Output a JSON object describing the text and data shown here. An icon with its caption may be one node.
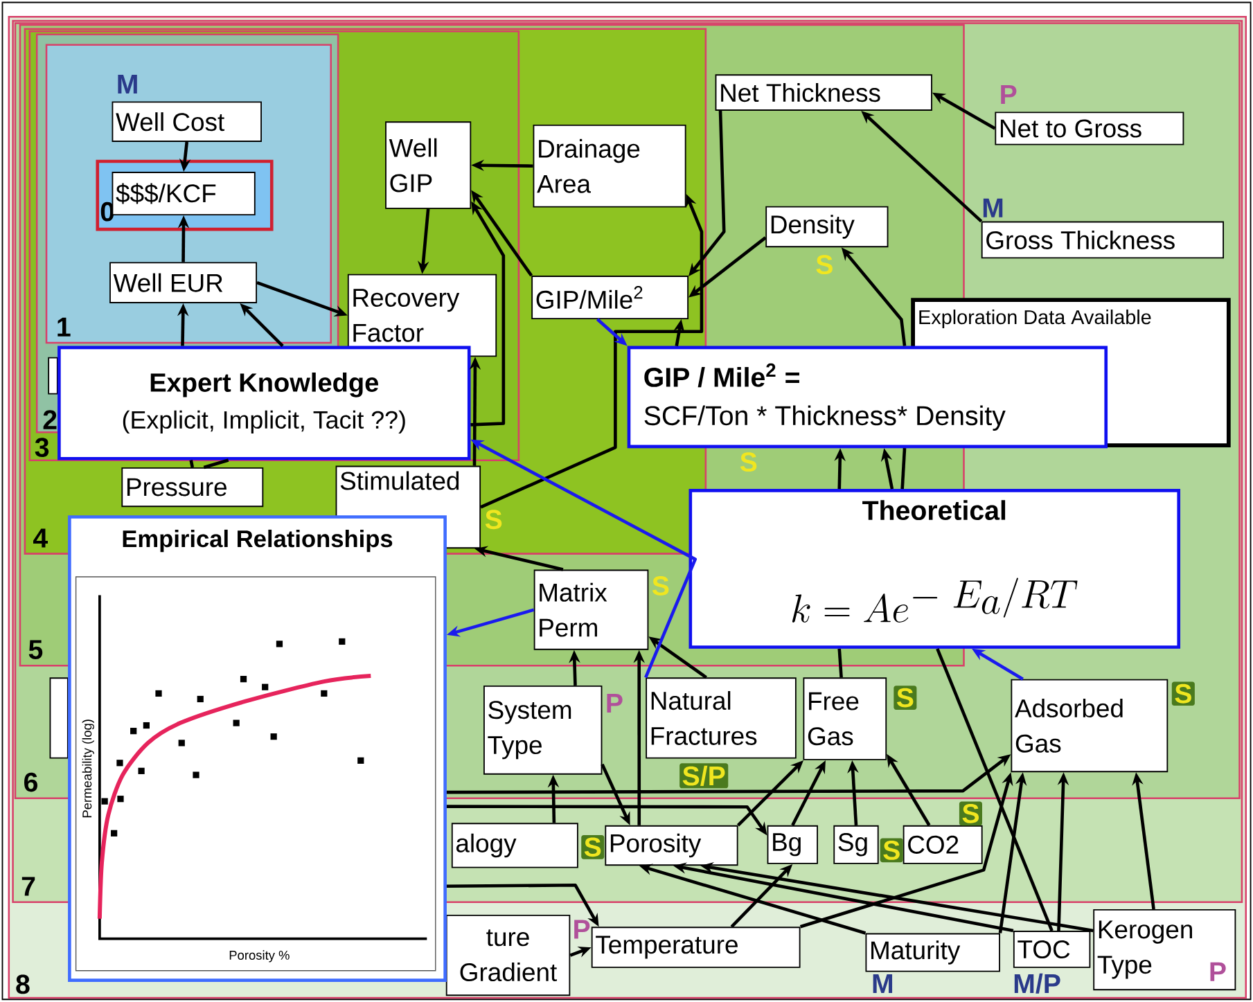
{
  "diagram": {
    "nodes": [
      {
        "text": [
          "8"
        ]
      },
      {
        "text": [
          "7"
        ],
        "in": 0
      },
      {
        "text": [
          "6"
        ],
        "in": 1
      },
      {
        "text": [
          "5"
        ],
        "in": 2
      },
      {
        "text": [
          "4"
        ],
        "in": 3
      },
      {
        "text": [
          "3"
        ],
        "in": 4
      },
      {
        "text": [
          "2"
        ],
        "in": 5
      },
      {
        "text": [
          "1"
        ],
        "in": 6
      },
      {
        "text": [
          "0"
        ],
        "in": 7
      },
      {
        "text": [
          "Well Cost"
        ],
        "in": 7
      },
      {
        "text": [
          "$$$/KCF"
        ],
        "in": 8
      },
      {
        "text": [
          "Well EUR"
        ],
        "in": 7
      },
      {
        "text": [
          "Well GIP"
        ],
        "in": 5
      },
      {
        "text": [
          "Drainage Area"
        ],
        "in": 4
      },
      {
        "text": [
          "Recovery Factor"
        ],
        "in": 5
      },
      {
        "text": [
          "GIP/Mile$^{2}$"
        ],
        "in": 4
      },
      {
        "text": [
          "Net Thickness"
        ],
        "in": 3
      },
      {
        "text": [
          "Density"
        ],
        "in": 3
      },
      {
        "text": [
          "Net to Gross"
        ],
        "in": 2
      },
      {
        "text": [
          "Gross Thickness"
        ],
        "in": 2
      },
      {
        "text": [
          "Exploration Data Available"
        ],
        "in": 2
      },
      {
        "text": [],
        "shape": "box",
        "in": 6
      },
      {
        "text": [
          "Expert Knowledge",
          "(Explicit, Implicit, Tacit ??)"
        ],
        "in": 5
      },
      {
        "text": [
          "GIP / Mile$^{2}$ =",
          "SCF/Ton * Thickness* Density"
        ],
        "in": 2
      },
      {
        "text": [
          "Pressure"
        ],
        "in": 4
      },
      {
        "text": [
          "Stimulated"
        ],
        "in": 4
      },
      {
        "text": [
          "Theoretical",
          "k = Ae^{-\\;E_{a}/RT}"
        ],
        "in": 2
      },
      {
        "text": [
          "Empirical Relationships",
          "Permeability (log)",
          "Porosity %"
        ],
        "in": 0
      },
      {
        "text": [
          "Matrix Perm"
        ],
        "in": 3
      },
      {
        "text": [],
        "shape": "box",
        "in": 2
      },
      {
        "text": [
          "System Type"
        ],
        "in": 2
      },
      {
        "text": [
          "Natural Fractures"
        ],
        "in": 2
      },
      {
        "text": [
          "Free Gas"
        ],
        "in": 2
      },
      {
        "text": [
          "Adsorbed Gas"
        ],
        "in": 2
      },
      {
        "text": [
          "alogy"
        ],
        "in": 1
      },
      {
        "text": [
          "Porosity"
        ],
        "in": 1
      },
      {
        "text": [
          "Bg"
        ],
        "in": 1
      },
      {
        "text": [
          "Sg"
        ],
        "in": 1
      },
      {
        "text": [
          "CO2"
        ],
        "in": 1
      },
      {
        "text": [
          "ture",
          "Gradient"
        ],
        "in": 0
      },
      {
        "text": [
          "Temperature"
        ],
        "in": 0
      },
      {
        "text": [
          "Maturity"
        ],
        "in": 0
      },
      {
        "text": [
          "TOC"
        ],
        "in": 0
      },
      {
        "text": [
          "Kerogen Type"
        ],
        "in": 0
      }
    ],
    "edges": [
      {
        "from": 9,
        "to": 10,
        "arrow": "to"
      },
      {
        "from": 11,
        "to": 10,
        "arrow": "to"
      },
      {
        "from": 11,
        "to": 14,
        "arrow": "to"
      },
      {
        "from": 12,
        "to": 14,
        "arrow": "to"
      },
      {
        "from": 13,
        "to": 12,
        "arrow": "to"
      },
      {
        "from": 15,
        "to": 12,
        "arrow": "to"
      },
      {
        "from": 22,
        "to": 12,
        "arrow": "to"
      },
      {
        "from": 24,
        "to": 22,
        "arrow": "none"
      },
      {
        "from": 22,
        "to": 11,
        "arrow": "to"
      },
      {
        "from": 24,
        "to": 22,
        "arrow": "none"
      },
      {
        "from": 22,
        "to": 11,
        "arrow": "to"
      },
      {
        "from": 25,
        "to": 14,
        "arrow": "to"
      },
      {
        "from": 25,
        "to": 13,
        "arrow": "to"
      },
      {
        "from": 23,
        "to": 15,
        "arrow": "to"
      },
      {
        "from": 16,
        "to": 15,
        "arrow": "to"
      },
      {
        "from": 17,
        "to": 15,
        "arrow": "to"
      },
      {
        "from": 18,
        "to": 16,
        "arrow": "to"
      },
      {
        "from": 19,
        "to": 16,
        "arrow": "to"
      },
      {
        "from": 26,
        "to": 23,
        "arrow": "none"
      },
      {
        "from": 23,
        "to": 17,
        "arrow": "to"
      },
      {
        "from": 32,
        "to": 26,
        "arrow": "none"
      },
      {
        "from": 26,
        "to": 23,
        "arrow": "to"
      },
      {
        "from": 42,
        "to": 26,
        "arrow": "none"
      },
      {
        "from": 26,
        "to": 23,
        "arrow": "to"
      },
      {
        "from": 28,
        "to": 25,
        "arrow": "to"
      },
      {
        "from": 30,
        "to": 28,
        "arrow": "to"
      },
      {
        "from": 31,
        "to": 28,
        "arrow": "to"
      },
      {
        "from": 35,
        "to": 28,
        "arrow": "to"
      },
      {
        "from": 34,
        "to": 30,
        "arrow": "to"
      },
      {
        "from": 30,
        "to": 35,
        "arrow": "to"
      },
      {
        "from": 35,
        "to": 32,
        "arrow": "to"
      },
      {
        "from": 36,
        "to": 32,
        "arrow": "to"
      },
      {
        "from": 37,
        "to": 32,
        "arrow": "to"
      },
      {
        "from": 38,
        "to": 32,
        "arrow": "to"
      },
      {
        "from": 27,
        "to": 33,
        "arrow": "to"
      },
      {
        "from": 27,
        "to": 36,
        "arrow": "to"
      },
      {
        "from": 27,
        "to": 40,
        "arrow": "to"
      },
      {
        "from": 39,
        "to": 40,
        "arrow": "to"
      },
      {
        "from": 40,
        "to": 36,
        "arrow": "to"
      },
      {
        "from": 40,
        "to": 33,
        "arrow": "to"
      },
      {
        "from": 41,
        "to": 35,
        "arrow": "to"
      },
      {
        "from": 41,
        "to": 33,
        "arrow": "to"
      },
      {
        "from": 42,
        "to": 35,
        "arrow": "to"
      },
      {
        "from": 42,
        "to": 33,
        "arrow": "to"
      },
      {
        "from": 43,
        "to": 35,
        "arrow": "to"
      },
      {
        "from": 43,
        "to": 33,
        "arrow": "to"
      },
      {
        "from": 15,
        "to": 23,
        "arrow": "to",
        "color": "#1a1aee"
      },
      {
        "from": 31,
        "to": 22,
        "arrow": "to",
        "color": "#1a1aee"
      },
      {
        "from": 28,
        "to": 27,
        "arrow": "to",
        "color": "#1a1aee"
      },
      {
        "from": 33,
        "to": 26,
        "arrow": "to",
        "color": "#1a1aee"
      }
    ],
    "labels": [
      "M",
      "P",
      "M",
      "S",
      "S",
      "S",
      "S",
      "P",
      "S/P",
      "S",
      "S",
      "S",
      "S",
      "S",
      "P",
      "M",
      "M/P",
      "P"
    ]
  }
}
